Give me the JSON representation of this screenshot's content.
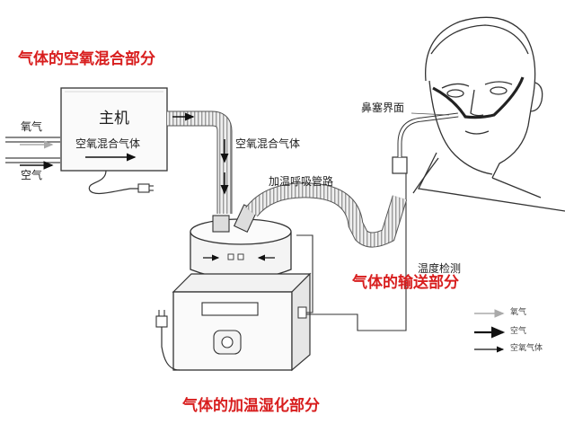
{
  "sections": {
    "mixing": "气体的空氧混合部分",
    "delivery": "气体的输送部分",
    "heating": "气体的加温湿化部分"
  },
  "main_unit": {
    "title": "主机",
    "subtitle": "空氧混合气体"
  },
  "inputs": {
    "oxygen": "氧气",
    "air": "空气"
  },
  "labels": {
    "mixed_gas": "空氧混合气体",
    "heated_circuit": "加温呼吸管路",
    "nasal_interface": "鼻塞界面",
    "temperature_detection": "温度检测"
  },
  "legend": {
    "oxygen": "氧气",
    "air": "空气",
    "mixed": "空氧气体"
  },
  "colors": {
    "section_title": "#d81e1e",
    "line": "#333333",
    "tube": "#9a9a9a"
  }
}
